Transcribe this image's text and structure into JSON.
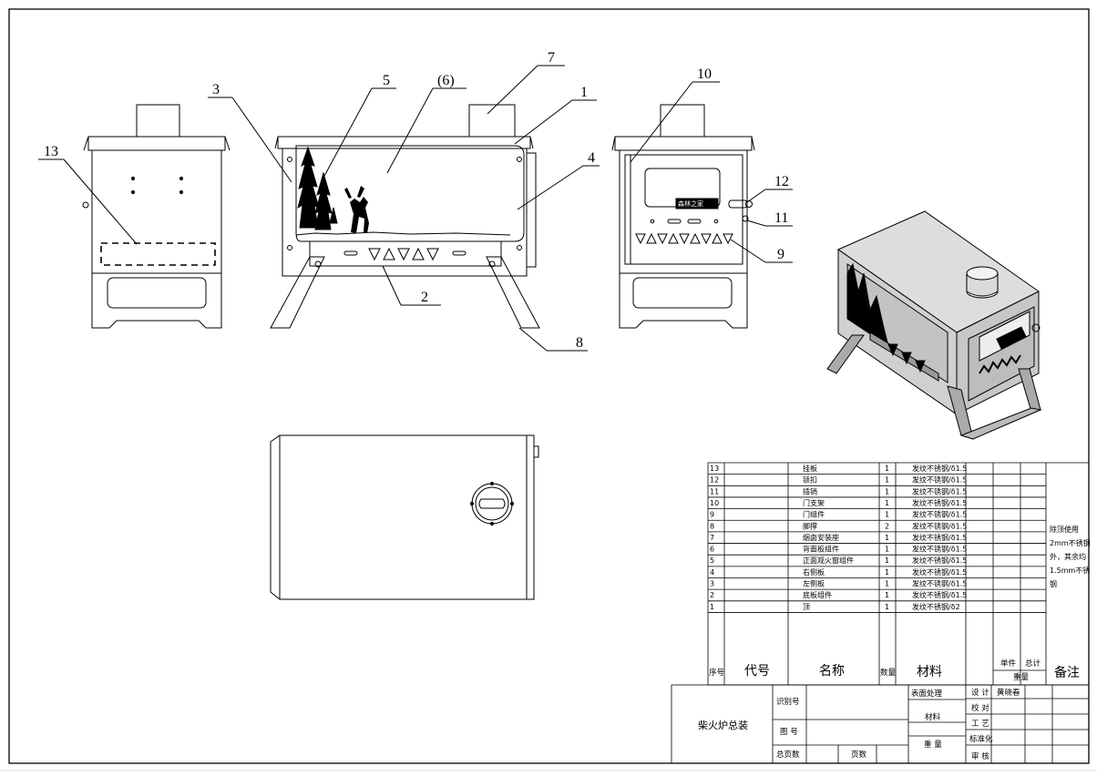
{
  "callouts": {
    "c1": "1",
    "c2": "2",
    "c3": "3",
    "c4": "4",
    "c5": "5",
    "c6": "(6)",
    "c7": "7",
    "c8": "8",
    "c9": "9",
    "c10": "10",
    "c11": "11",
    "c12": "12",
    "c13": "13"
  },
  "window_text": "森林之家",
  "bom": {
    "rows": [
      {
        "no": "13",
        "name": "挂板",
        "qty": "1",
        "material": "发纹不锈钢/δ1.5"
      },
      {
        "no": "12",
        "name": "锁扣",
        "qty": "1",
        "material": "发纹不锈钢/δ1.5"
      },
      {
        "no": "11",
        "name": "插销",
        "qty": "1",
        "material": "发纹不锈钢/δ1.5"
      },
      {
        "no": "10",
        "name": "门支架",
        "qty": "1",
        "material": "发纹不锈钢/δ1.5"
      },
      {
        "no": "9",
        "name": "门组件",
        "qty": "1",
        "material": "发纹不锈钢/δ1.5"
      },
      {
        "no": "8",
        "name": "脚撑",
        "qty": "2",
        "material": "发纹不锈钢/δ1.5"
      },
      {
        "no": "7",
        "name": "烟囱安装座",
        "qty": "1",
        "material": "发纹不锈钢/δ1.5"
      },
      {
        "no": "6",
        "name": "背面板组件",
        "qty": "1",
        "material": "发纹不锈钢/δ1.5"
      },
      {
        "no": "5",
        "name": "正面观火窗组件",
        "qty": "1",
        "material": "发纹不锈钢/δ1.5"
      },
      {
        "no": "4",
        "name": "右侧板",
        "qty": "1",
        "material": "发纹不锈钢/δ1.5"
      },
      {
        "no": "3",
        "name": "左侧板",
        "qty": "1",
        "material": "发纹不锈钢/δ1.5"
      },
      {
        "no": "2",
        "name": "底板组件",
        "qty": "1",
        "material": "发纹不锈钢/δ1.5"
      },
      {
        "no": "1",
        "name": "顶",
        "qty": "1",
        "material": "发纹不锈钢/δ2"
      }
    ],
    "note_lines": [
      "除顶使用",
      "2mm不锈钢",
      "外，其余均",
      "1.5mm不锈",
      "钢"
    ],
    "headers": {
      "no": "序号",
      "code": "代号",
      "name": "名称",
      "qty": "数量",
      "material": "材料",
      "unit": "单件",
      "total": "总计",
      "weight": "重量",
      "remark": "备注"
    }
  },
  "title_block": {
    "drawing_name": "柴火炉总装",
    "id_label": "识别号",
    "drawing_no_label": "图 号",
    "total_pages_label": "总页数",
    "page_label": "页数",
    "surface_label": "表面处理",
    "material_label": "材料",
    "weight_label": "重 量",
    "design_label": "设 计",
    "designer": "黄晓春",
    "check_label": "校 对",
    "process_label": "工 艺",
    "standard_label": "标准化",
    "review_label": "审 核"
  }
}
